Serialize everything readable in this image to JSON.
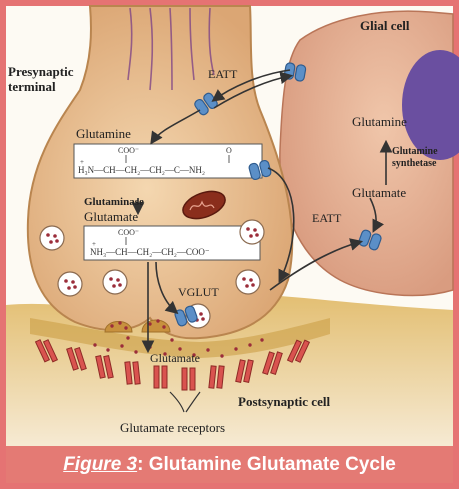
{
  "labels": {
    "presynaptic": [
      "Presynaptic",
      "terminal"
    ],
    "glial_cell": "Glial cell",
    "eatt_top": "EATT",
    "eatt_right": "EATT",
    "glutamine_top": "Glutamine",
    "glutaminase": "Glutaminase",
    "glutamate_mid": "Glutamate",
    "glutamine_glial": "Glutamine",
    "glutamine_synthetase": [
      "Glutamine",
      "synthetase"
    ],
    "glutamate_glial": "Glutamate",
    "vglut": "VGLUT",
    "glutamate_cleft": "Glutamate",
    "postsynaptic_cell": "Postsynaptic cell",
    "glutamate_receptors": "Glutamate receptors"
  },
  "formulas": {
    "glutamine": {
      "coo": "COO⁻",
      "o": "O",
      "main": "H₃N—CH—CH₂—CH₂—C—NH₂",
      "charge": "+"
    },
    "glutamate": {
      "coo": "COO⁻",
      "main": "NH₃—CH—CH₂—CH₂—COO⁻",
      "charge": "+"
    }
  },
  "caption": {
    "figure_ref": "Figure 3",
    "separator": ": ",
    "text": "Glutamine Glutamate Cycle"
  },
  "colors": {
    "border": "#e57373",
    "caption_bg": "#e47a74",
    "presynaptic_fill": "#edc49a",
    "glial_fill": "#e8b497",
    "nucleus": "#6a4fa0",
    "transporter": "#5b8fc7",
    "receptor": "#d9534f",
    "vesicle_dot": "#9b2d3a"
  }
}
